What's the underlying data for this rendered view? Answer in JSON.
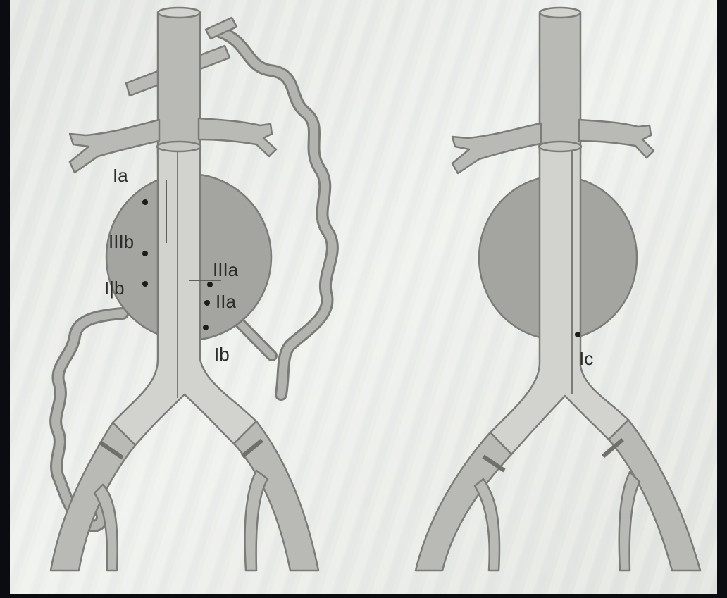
{
  "figure": {
    "left_panel": {
      "labels": {
        "ia": "Ia",
        "iiib": "IIIb",
        "ib_left": "I|b",
        "iiia": "IIIa",
        "iia": "IIa",
        "ib_right": "Ib"
      }
    },
    "right_panel": {
      "labels": {
        "ic": "Ic"
      }
    }
  },
  "colors": {
    "paper": "#e9ebe6",
    "vessel_fill": "#b9bab6",
    "vessel_stroke": "#7b7c78",
    "aneurysm_fill": "#a4a5a1",
    "graft_fill": "#d2d3cf",
    "collateral_fill": "#b3b4b0",
    "leak_marker": "#1c1c1a"
  }
}
